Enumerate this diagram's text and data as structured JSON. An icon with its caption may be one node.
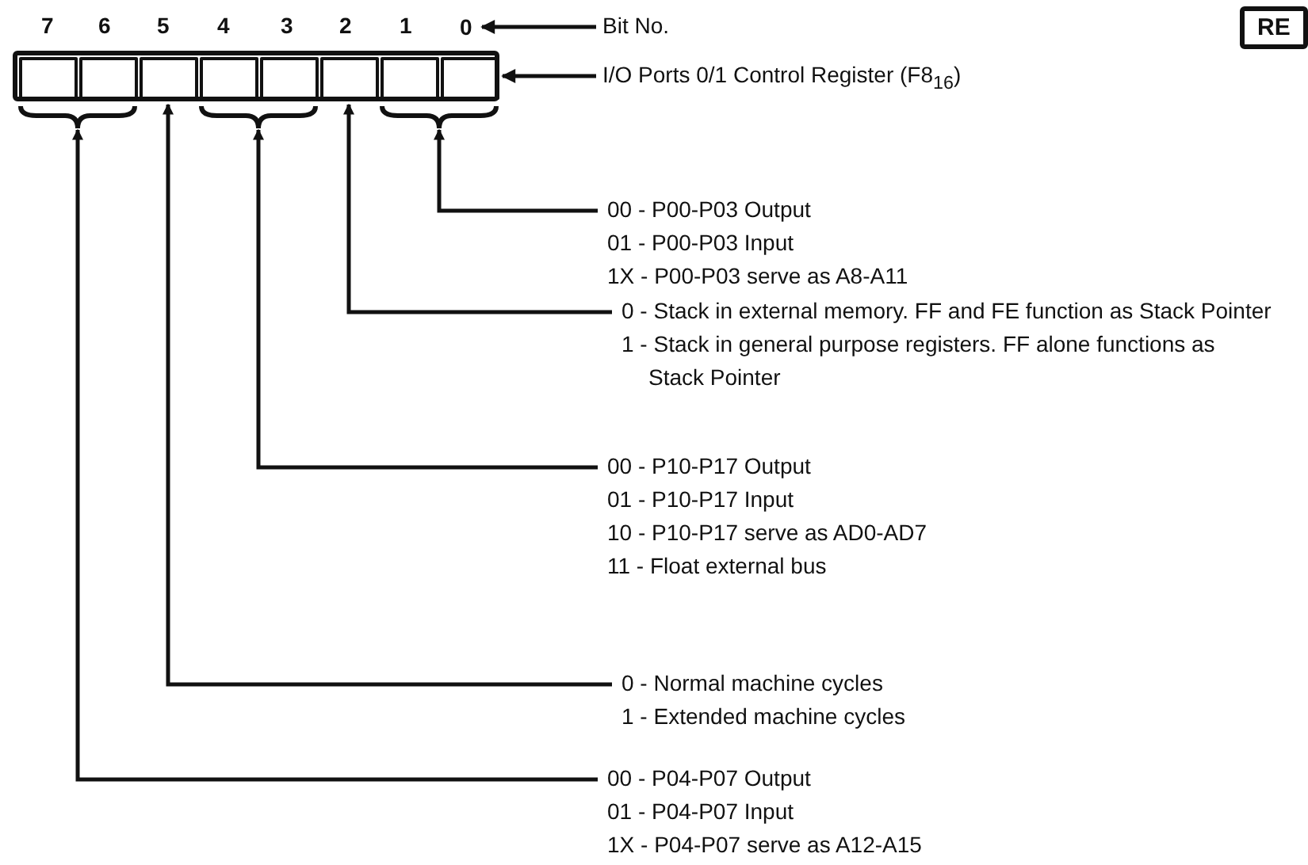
{
  "diagram": {
    "nodes": [
      {
        "text": [
          "Bit No."
        ]
      },
      {
        "text": [],
        "shape": "bar"
      },
      {
        "text": [],
        "shape": "box",
        "in": 1
      },
      {
        "text": [],
        "shape": "box",
        "in": 1
      },
      {
        "text": [],
        "shape": "box",
        "in": 1
      },
      {
        "text": [],
        "shape": "box",
        "in": 1
      },
      {
        "text": [],
        "shape": "box",
        "in": 1
      },
      {
        "text": [],
        "shape": "box",
        "in": 1
      },
      {
        "text": [],
        "shape": "box",
        "in": 1
      },
      {
        "text": [],
        "shape": "box",
        "in": 1
      },
      {
        "text": [
          "I/O Ports 0/1 Control Register (F8$_{16}$)"
        ]
      },
      {
        "text": [
          "00 - P00-P03 Output",
          "01 - P00-P03 Input",
          "1X - P00-P03 serve as A8-A11"
        ]
      },
      {
        "text": [
          "0 - Stack in external memory. FF and FE function as Stack Pointer",
          "1 - Stack in general purpose registers. FF alone functions as Stack Pointer"
        ]
      },
      {
        "text": [
          "00 - P10-P17 Output",
          "01 - P10-P17 Input",
          "10 - P10-P17 serve as AD0-AD7",
          "11 - Float external bus"
        ]
      },
      {
        "text": [
          "0 - Normal machine cycles",
          "1 - Extended machine cycles"
        ]
      },
      {
        "text": [
          "00 - P04-P07 Output",
          "01 - P04-P07 Input",
          "1X - P04-P07 serve as A12-A15"
        ]
      },
      {
        "text": [
          "0"
        ]
      },
      {
        "text": [
          "RE"
        ]
      }
    ],
    "edges": [
      {
        "from": 0,
        "to": 16,
        "arrow": "to"
      },
      {
        "from": 10,
        "to": 1,
        "arrow": "to"
      },
      {
        "from": 11,
        "to": 8,
        "arrow": "to"
      },
      {
        "from": 11,
        "to": 9,
        "arrow": "to"
      },
      {
        "from": 12,
        "to": 7,
        "arrow": "to"
      },
      {
        "from": 13,
        "to": 5,
        "arrow": "to"
      },
      {
        "from": 13,
        "to": 6,
        "arrow": "to"
      },
      {
        "from": 14,
        "to": 4,
        "arrow": "to"
      },
      {
        "from": 15,
        "to": 2,
        "arrow": "to"
      },
      {
        "from": 15,
        "to": 3,
        "arrow": "to"
      }
    ],
    "labels": [
      "7",
      "6",
      "5",
      "4",
      "3",
      "2",
      "1"
    ]
  }
}
